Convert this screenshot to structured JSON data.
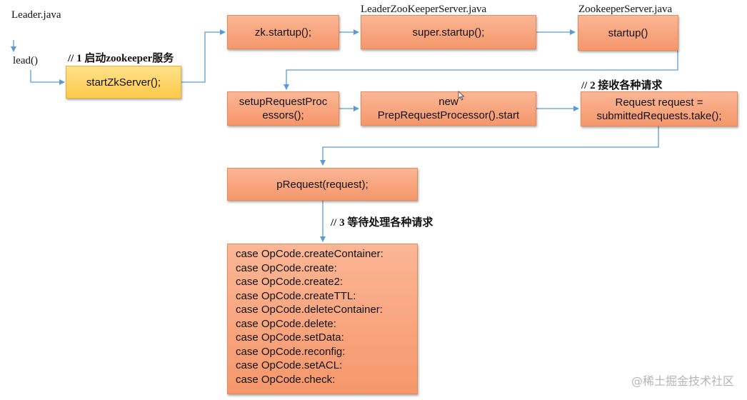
{
  "labels": {
    "leader_file": "Leader.java",
    "lead_call": "lead()",
    "leader_zk_file": "LeaderZooKeeperServer.java",
    "zk_server_file": "ZookeeperServer.java"
  },
  "notes": {
    "step1": "// 1 启动zookeeper服务",
    "step2": "// 2 接收各种请求",
    "step3": "// 3 等待处理各种请求"
  },
  "boxes": {
    "start_zk_server": "startZkServer();",
    "zk_startup": "zk.startup();",
    "super_startup": "super.startup();",
    "startup": "startup()",
    "setup_request_processors": [
      "setupRequestProc",
      "essors();"
    ],
    "prep_request_processor": [
      "new",
      "PrepRequestProcessor().start"
    ],
    "request_take": [
      "Request request =",
      "submittedRequests.take();"
    ],
    "p_request": "pRequest(request);"
  },
  "cases": [
    "case OpCode.createContainer:",
    "case OpCode.create:",
    "case OpCode.create2:",
    "case OpCode.createTTL:",
    "case OpCode.deleteContainer:",
    "case OpCode.delete:",
    "case OpCode.setData:",
    "case OpCode.reconfig:",
    "case OpCode.setACL:",
    "case OpCode.check:"
  ],
  "watermark": "@稀土掘金技术社区",
  "colors": {
    "box_fill": "#f5976b",
    "highlight_fill": "#fcc94a",
    "arrow": "#5b9bd5"
  }
}
